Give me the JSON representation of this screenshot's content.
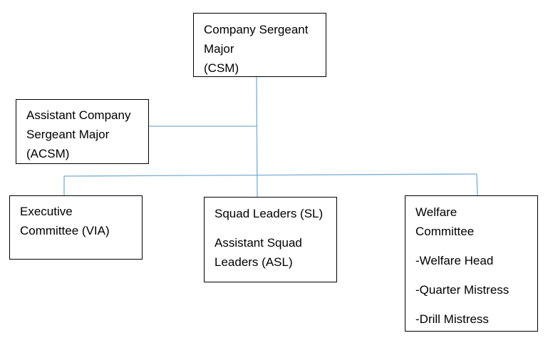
{
  "diagram": {
    "line_color": "#7aaed2",
    "box_border_color": "#000000",
    "nodes": {
      "csm": {
        "lines": [
          "Company Sergeant",
          "Major",
          "(CSM)"
        ]
      },
      "acsm": {
        "lines": [
          "Assistant Company",
          "Sergeant Major",
          "(ACSM)"
        ]
      },
      "executive": {
        "lines": [
          "Executive",
          "Committee (VIA)"
        ]
      },
      "squad": {
        "title": "Squad Leaders (SL)",
        "lines": [
          "Assistant Squad",
          "Leaders (ASL)"
        ]
      },
      "welfare": {
        "lines": [
          "Welfare",
          "Committee"
        ],
        "items": [
          "-Welfare Head",
          "-Quarter Mistress",
          "-Drill Mistress"
        ]
      }
    },
    "edges": [
      {
        "from": "csm",
        "to": "acsm"
      },
      {
        "from": "csm",
        "to": "executive"
      },
      {
        "from": "csm",
        "to": "squad"
      },
      {
        "from": "csm",
        "to": "welfare"
      }
    ]
  }
}
